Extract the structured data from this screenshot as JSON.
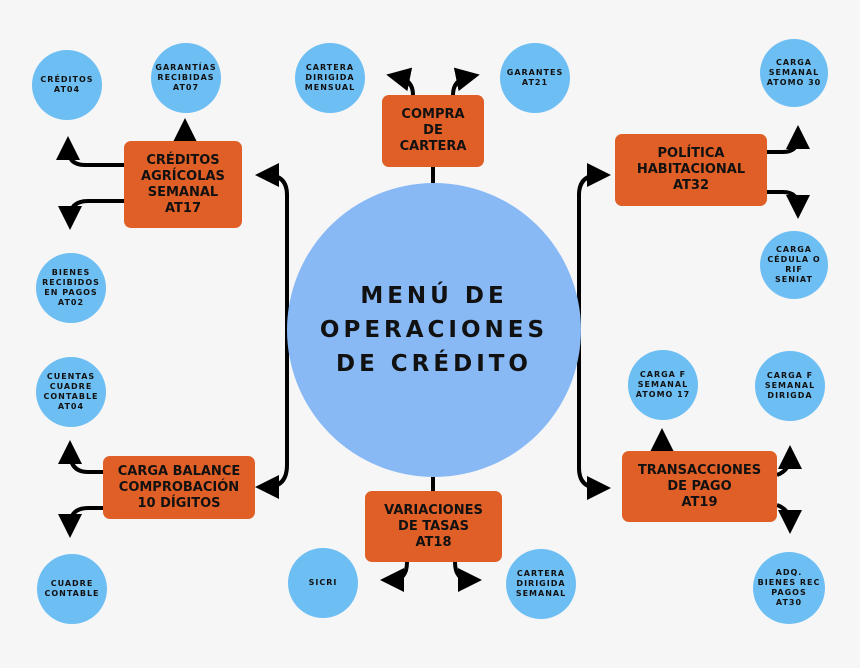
{
  "colors": {
    "background": "#f6f6f7",
    "center_circle": "#88b9f5",
    "box": "#e05f26",
    "bubble": "#6dbef3",
    "connector": "#000000"
  },
  "center": {
    "title": "MENÚ DE\nOPERACIONES\nDE CRÉDITO"
  },
  "boxes": {
    "creditos_agricolas": "CRÉDITOS\nAGRÍCOLAS\nSEMANAL\nAT17",
    "compra_cartera": "COMPRA\nDE\nCARTERA",
    "politica_habitacional": "POLÍTICA\nHABITACIONAL\nAT32",
    "carga_balance": "CARGA BALANCE\nCOMPROBACIÓN\n10 DÍGITOS",
    "variaciones_tasas": "VARIACIONES\nDE TASAS\nAT18",
    "transacciones_pago": "TRANSACCIONES\nDE PAGO\nAT19"
  },
  "bubbles": {
    "creditos_at04": "CRÉDITOS\nAT04",
    "garantias_recibidas": "GARANTÍAS\nRECIBIDAS\nAT07",
    "bienes_recibidos": "BIENES\nRECIBIDOS\nEN PAGOS\nAT02",
    "cartera_dirigida_mensual": "CARTERA\nDIRIGIDA\nMENSUAL",
    "garantes": "GARANTES\nAT21",
    "carga_semanal_atomo30": "CARGA\nSEMANAL\nATOMO 30",
    "carga_cedula": "CARGA\nCÉDULA O\nRIF\nSENIAT",
    "cuentas_cuadre": "CUENTAS\nCUADRE\nCONTABLE\nAT04",
    "cuadre_contable": "CUADRE\nCONTABLE",
    "sicri": "SICRI",
    "cartera_dirigida_semanal": "CARTERA\nDIRIGIDA\nSEMANAL",
    "carga_f_atomo17": "CARGA F\nSEMANAL\nATOMO 17",
    "carga_f_dirigida": "CARGA F\nSEMANAL\nDIRIGDA",
    "adq_bienes": "ADQ.\nBIENES REC\nPAGOS\nAT30"
  }
}
